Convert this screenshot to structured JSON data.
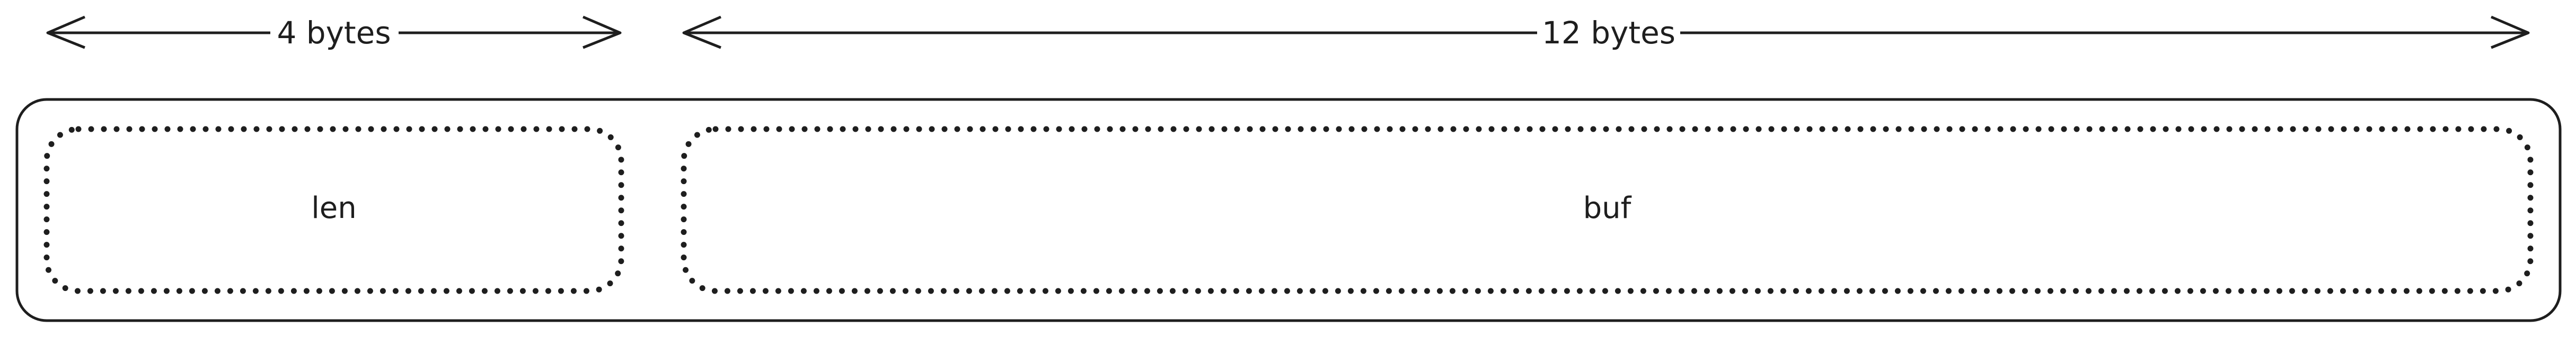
{
  "dimensions": {
    "left": {
      "label": "4 bytes"
    },
    "right": {
      "label": "12 bytes"
    }
  },
  "fields": {
    "len": {
      "label": "len"
    },
    "buf": {
      "label": "buf"
    }
  },
  "colors": {
    "stroke": "#1e1e1e",
    "background": "#ffffff"
  }
}
